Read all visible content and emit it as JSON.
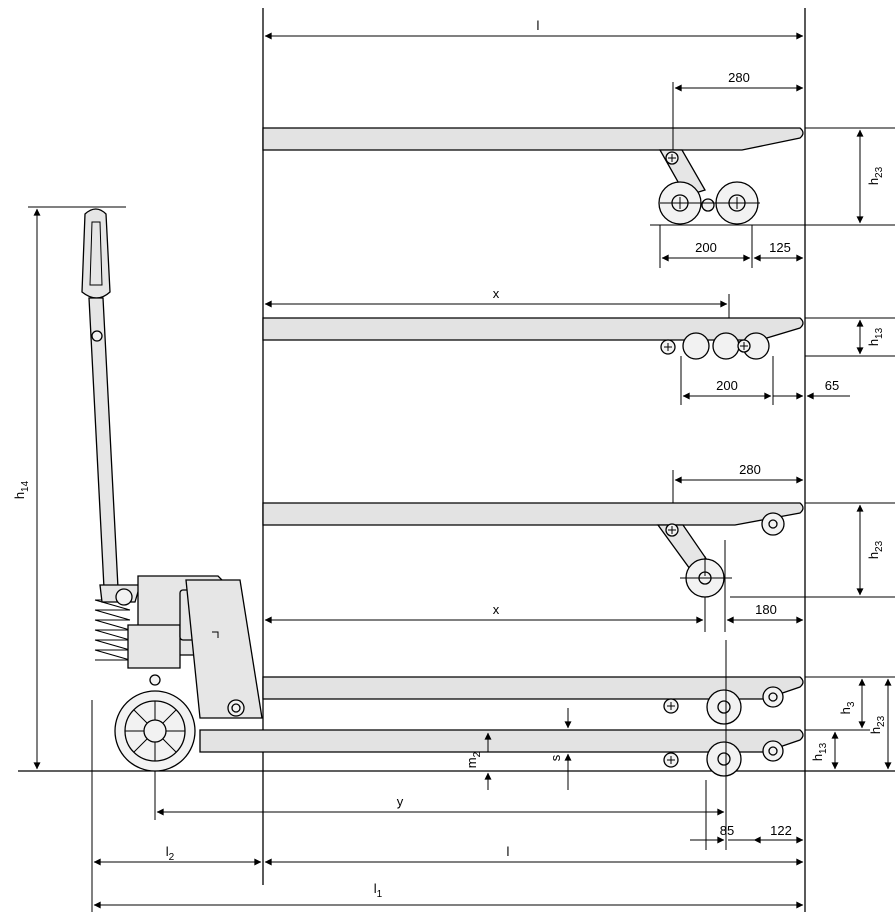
{
  "labels": {
    "l_top": "l",
    "d280_a": "280",
    "h23_a": "h",
    "h23_a_sub": "23",
    "d200_a": "200",
    "d125": "125",
    "x_a": "x",
    "h13_a": "h",
    "h13_a_sub": "13",
    "d200_b": "200",
    "d65": "65",
    "d280_b": "280",
    "h23_b": "h",
    "h23_b_sub": "23",
    "x_b": "x",
    "d180": "180",
    "h14": "h",
    "h14_sub": "14",
    "h3": "h",
    "h3_sub": "3",
    "h23_c": "h",
    "h23_c_sub": "23",
    "h13_b": "h",
    "h13_b_sub": "13",
    "m2": "m",
    "m2_sub": "2",
    "s": "s",
    "y": "y",
    "d85": "85",
    "d122": "122",
    "l2": "l",
    "l2_sub": "2",
    "l_bottom": "l",
    "l1": "l",
    "l1_sub": "1"
  }
}
